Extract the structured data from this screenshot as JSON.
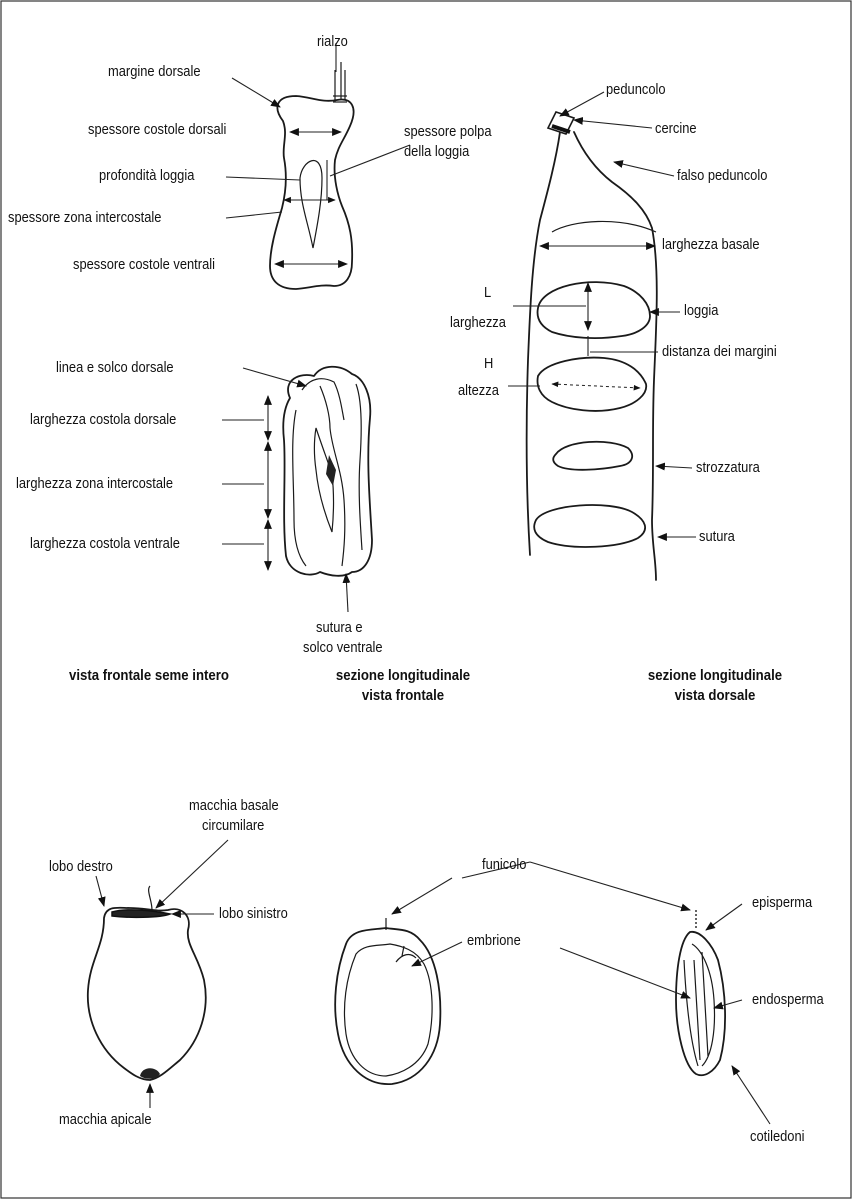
{
  "labels": {
    "rialzo": "rialzo",
    "margine_dorsale": "margine dorsale",
    "spessore_costole_dorsali": "spessore costole dorsali",
    "spessore_polpa_line1": "spessore polpa",
    "spessore_polpa_line2": "della loggia",
    "profondita_loggia": "profondità loggia",
    "spessore_zona_intercostale": "spessore zona intercostale",
    "spessore_costole_ventrali": "spessore costole ventrali",
    "peduncolo": "peduncolo",
    "cercine": "cercine",
    "falso_peduncolo": "falso peduncolo",
    "larghezza_basale": "larghezza basale",
    "L": "L",
    "larghezza": "larghezza",
    "loggia": "loggia",
    "distanza_dei_margini": "distanza dei margini",
    "H": "H",
    "altezza": "altezza",
    "strozzatura": "strozzatura",
    "sutura": "sutura",
    "linea_solco_dorsale": "linea e solco dorsale",
    "larghezza_costola_dorsale": "larghezza costola dorsale",
    "larghezza_zona_intercostale": "larghezza zona intercostale",
    "larghezza_costola_ventrale": "larghezza costola ventrale",
    "sutura_solco_line1": "sutura e",
    "sutura_solco_line2": "solco ventrale",
    "macchia_basale_line1": "macchia basale",
    "macchia_basale_line2": "circumilare",
    "lobo_destro": "lobo destro",
    "lobo_sinistro": "lobo sinistro",
    "macchia_apicale": "macchia apicale",
    "funicolo": "funicolo",
    "embrione": "embrione",
    "episperma": "episperma",
    "endosperma": "endosperma",
    "cotiledoni": "cotiledoni"
  },
  "captions": {
    "cap1": "vista frontale seme intero",
    "cap2_line1": "sezione longitudinale",
    "cap2_line2": "vista frontale",
    "cap3_line1": "sezione longitudinale",
    "cap3_line2": "vista dorsale"
  }
}
